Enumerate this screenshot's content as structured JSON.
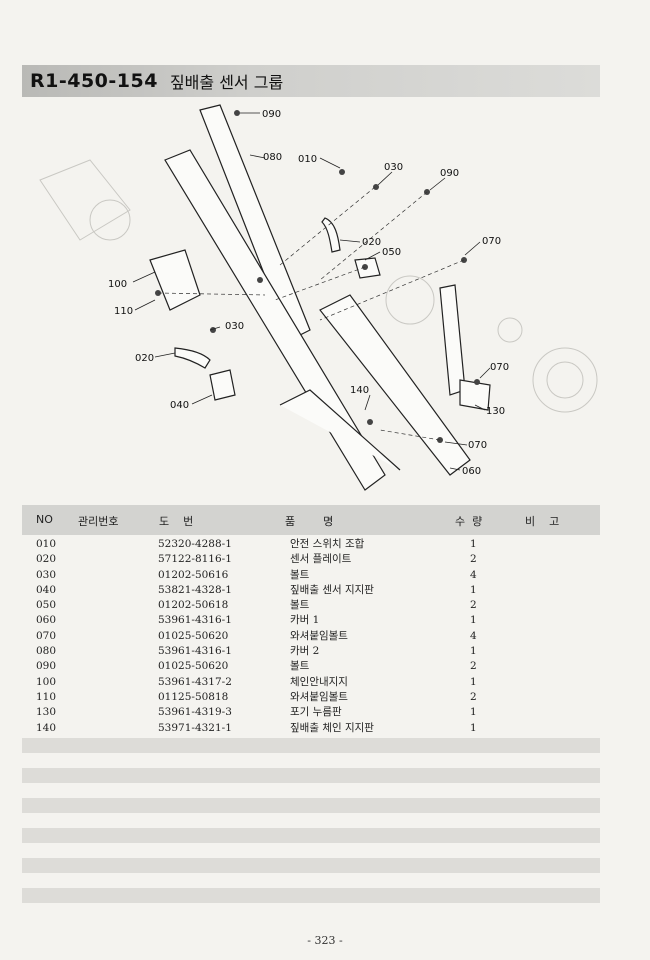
{
  "header": {
    "code": "R1-450-154",
    "name": "짚배출 센서 그룹"
  },
  "diagram": {
    "callouts": [
      "090",
      "080",
      "010",
      "030",
      "090",
      "020",
      "050",
      "070",
      "100",
      "110",
      "030",
      "020",
      "040",
      "140",
      "070",
      "130",
      "070",
      "060"
    ]
  },
  "table": {
    "columns": {
      "no": "NO",
      "mgmt": "관리번호",
      "drawing": "도    번",
      "name": "품        명",
      "qty": "수  량",
      "remarks": "비    고"
    },
    "rows": [
      {
        "no": "010",
        "drawing": "52320-4288-1",
        "name": "안전 스위치 조합",
        "qty": "1"
      },
      {
        "no": "020",
        "drawing": "57122-8116-1",
        "name": "센서 플레이트",
        "qty": "2"
      },
      {
        "no": "030",
        "drawing": "01202-50616",
        "name": "볼트",
        "qty": "4"
      },
      {
        "no": "040",
        "drawing": "53821-4328-1",
        "name": "짚배출 센서 지지판",
        "qty": "1"
      },
      {
        "no": "050",
        "drawing": "01202-50618",
        "name": "볼트",
        "qty": "2"
      },
      {
        "no": "060",
        "drawing": "53961-4316-1",
        "name": "카버 1",
        "qty": "1"
      },
      {
        "no": "070",
        "drawing": "01025-50620",
        "name": "와셔붙임볼트",
        "qty": "4"
      },
      {
        "no": "080",
        "drawing": "53961-4316-1",
        "name": "카버 2",
        "qty": "1"
      },
      {
        "no": "090",
        "drawing": "01025-50620",
        "name": "볼트",
        "qty": "2"
      },
      {
        "no": "100",
        "drawing": "53961-4317-2",
        "name": "체인안내지지",
        "qty": "1"
      },
      {
        "no": "110",
        "drawing": "01125-50818",
        "name": "와셔붙임볼트",
        "qty": "2"
      },
      {
        "no": "130",
        "drawing": "53961-4319-3",
        "name": "포기 누름판",
        "qty": "1"
      },
      {
        "no": "140",
        "drawing": "53971-4321-1",
        "name": "짚배출 체인 지지판",
        "qty": "1"
      }
    ]
  },
  "footer": {
    "page": "- 323 -"
  }
}
